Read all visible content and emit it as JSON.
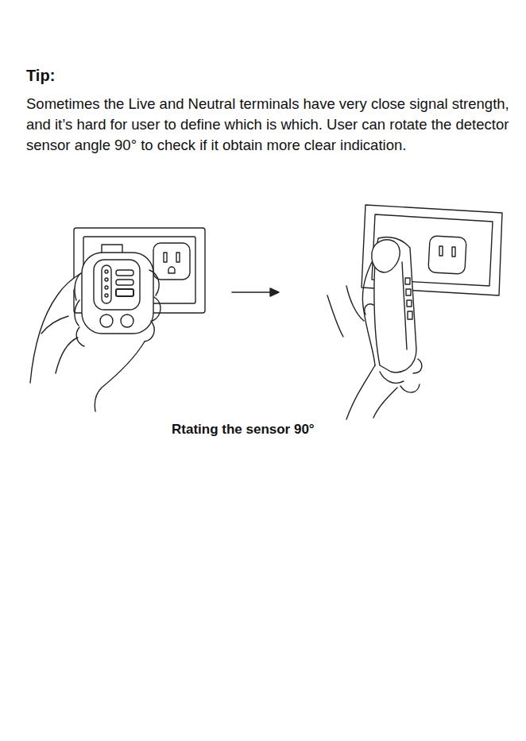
{
  "diagram": {
    "title": "Tip:",
    "labels": [
      "Sometimes the Live and Neutral terminals have very close signal strength, and it’s hard for user to define which is which. User can rotate the detector sensor angle 90° to check if it obtain more clear indication."
    ],
    "caption": "Rtating the sensor 90°"
  }
}
